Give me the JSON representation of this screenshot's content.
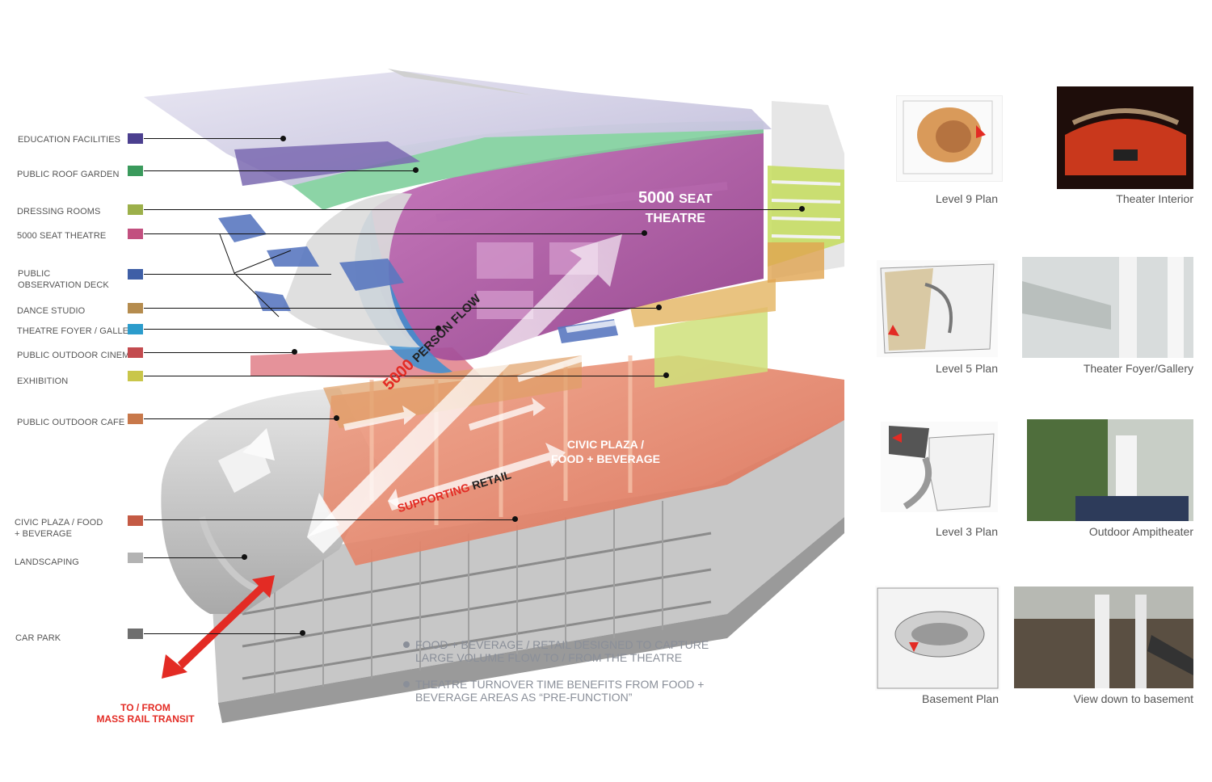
{
  "legend": [
    {
      "label": "EDUCATION FACILITIES",
      "color": "#4b3f8f"
    },
    {
      "label": "PUBLIC ROOF GARDEN",
      "color": "#3a9a5c"
    },
    {
      "label": "DRESSING ROOMS",
      "color": "#9cb04a"
    },
    {
      "label": "5000 SEAT THEATRE",
      "color": "#c2507f"
    },
    {
      "label": "PUBLIC OBSERVATION DECK",
      "color": "#3f5fa6"
    },
    {
      "label": "DANCE STUDIO",
      "color": "#b58c4e"
    },
    {
      "label": "THEATRE FOYER / GALLERY",
      "color": "#2b9ccc"
    },
    {
      "label": "PUBLIC OUTDOOR CINEMA",
      "color": "#c34b4f"
    },
    {
      "label": "EXHIBITION",
      "color": "#c9c64a"
    },
    {
      "label": "PUBLIC OUTDOOR CAFE",
      "color": "#c8784a"
    },
    {
      "label": "CIVIC PLAZA / FOOD + BEVERAGE",
      "color": "#c45a44"
    },
    {
      "label": "LANDSCAPING",
      "color": "#b3b3b3"
    },
    {
      "label": "CAR PARK",
      "color": "#6e6e6e"
    }
  ],
  "diagram_labels": {
    "theatre_num": "5000",
    "theatre_word1": "SEAT",
    "theatre_word2": "THEATRE",
    "flow_num": "5000",
    "flow_word": "PERSON FLOW",
    "plaza_line1": "CIVIC PLAZA /",
    "plaza_line2": "FOOD + BEVERAGE",
    "retail_word1": "SUPPORTING",
    "retail_word2": "RETAIL"
  },
  "transit": {
    "line1": "TO / FROM",
    "line2": "MASS RAIL TRANSIT"
  },
  "notes": [
    "FOOD + BEVERAGE / RETAIL DESIGNED TO CAPTURE LARGE VOLUME FLOW TO / FROM THE THEATRE",
    "THEATRE TURNOVER TIME BENEFITS FROM FOOD + BEVERAGE AREAS AS “PRE-FUNCTION”"
  ],
  "plans": [
    {
      "plan_caption": "Level 9 Plan",
      "photo_caption": "Theater Interior"
    },
    {
      "plan_caption": "Level 5 Plan",
      "photo_caption": "Theater Foyer/Gallery"
    },
    {
      "plan_caption": "Level 3 Plan",
      "photo_caption": "Outdoor Ampitheater"
    },
    {
      "plan_caption": "Basement Plan",
      "photo_caption": "View down to basement"
    }
  ]
}
